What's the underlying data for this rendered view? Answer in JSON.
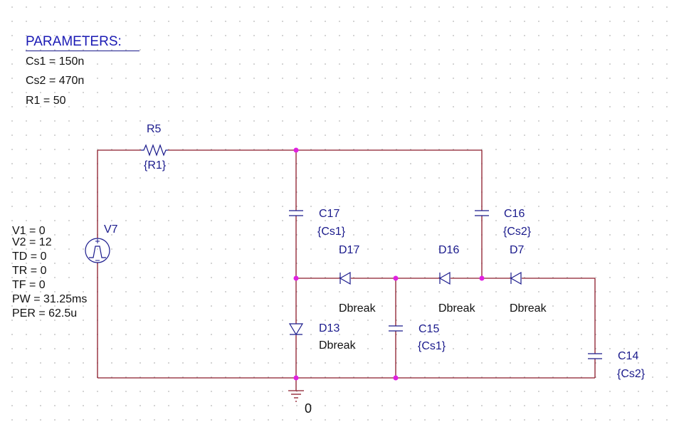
{
  "parameters": {
    "title": "PARAMETERS:",
    "items": [
      {
        "name": "Cs1",
        "value": "150n",
        "text": "Cs1 = 150n"
      },
      {
        "name": "Cs2",
        "value": "470n",
        "text": "Cs2 = 470n"
      },
      {
        "name": "R1",
        "value": "50",
        "text": "R1 = 50"
      }
    ]
  },
  "source": {
    "ref": "V7",
    "type": "pulse",
    "attributes": [
      "V1 = 0",
      "V2 = 12",
      "TD = 0",
      "TR = 0",
      "TF = 0",
      "PW = 31.25ms",
      "PER = 62.5u"
    ]
  },
  "resistor": {
    "ref": "R5",
    "value": "{R1}"
  },
  "capacitors": {
    "C17": {
      "ref": "C17",
      "value": "{Cs1}"
    },
    "C16": {
      "ref": "C16",
      "value": "{Cs2}"
    },
    "C15": {
      "ref": "C15",
      "value": "{Cs1}"
    },
    "C14": {
      "ref": "C14",
      "value": "{Cs2}"
    }
  },
  "diodes": {
    "D17": {
      "ref": "D17",
      "model": "Dbreak"
    },
    "D16": {
      "ref": "D16",
      "model": "Dbreak"
    },
    "D7": {
      "ref": "D7",
      "model": "Dbreak"
    },
    "D13": {
      "ref": "D13",
      "model": "Dbreak"
    }
  },
  "ground": {
    "label": "0"
  },
  "colors": {
    "wire": "#8b1a2a",
    "component": "#1a1a8c",
    "junction": "#e020e0",
    "ref_text": "#1a1a8c",
    "value_text": "#111111"
  }
}
